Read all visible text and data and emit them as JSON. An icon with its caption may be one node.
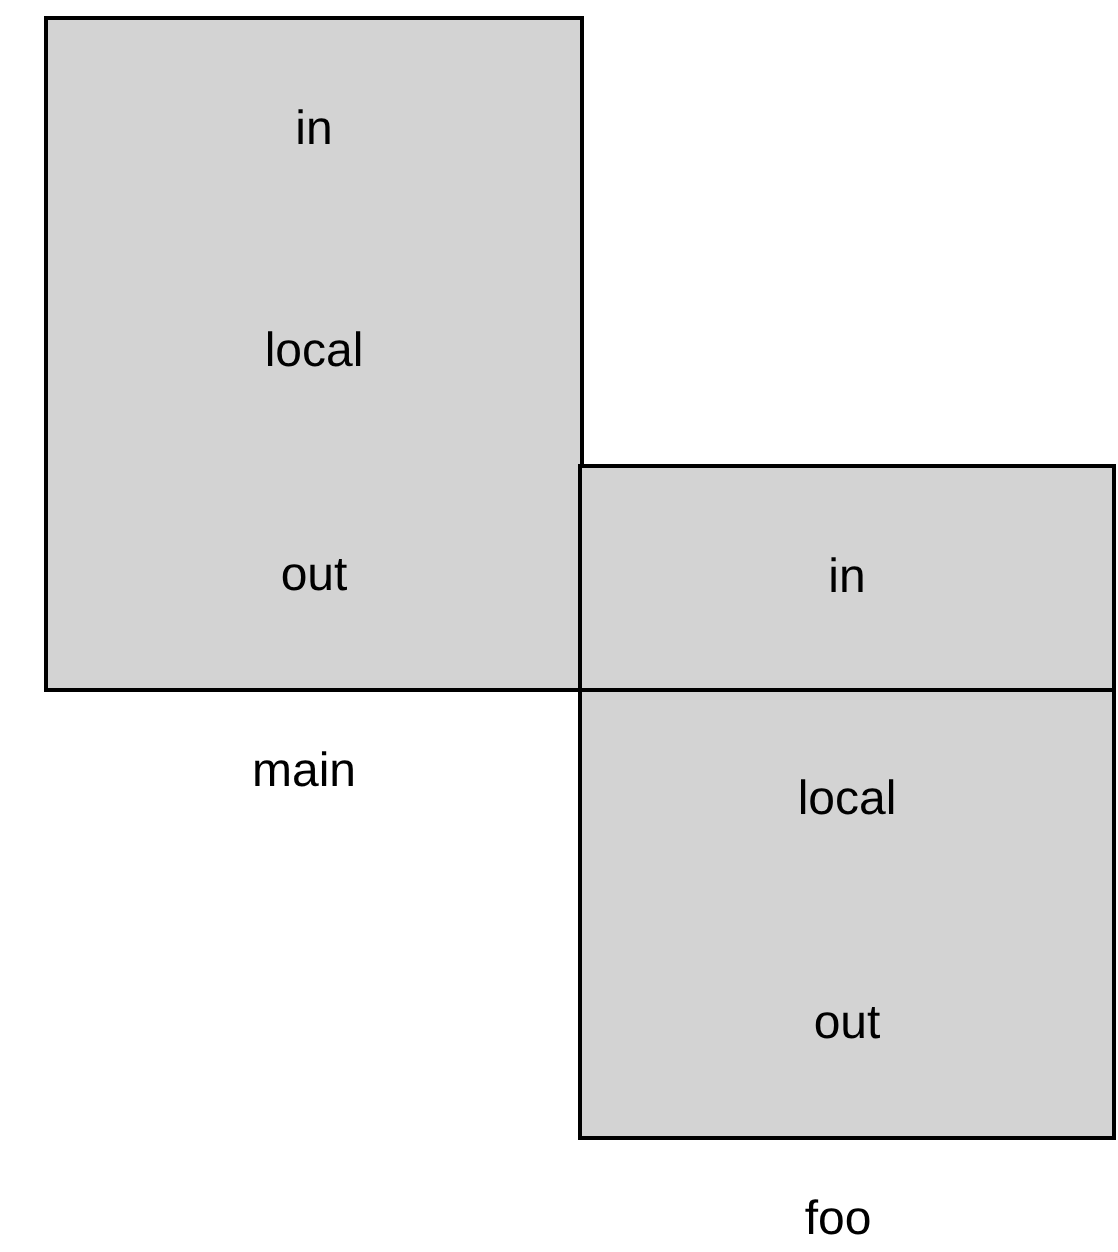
{
  "diagram": {
    "nodes": [
      {
        "text": [
          "in"
        ]
      },
      {
        "text": [
          "local"
        ]
      },
      {
        "text": [
          "out"
        ]
      },
      {
        "text": [
          "in"
        ]
      },
      {
        "text": [
          "local"
        ]
      },
      {
        "text": [
          "out"
        ]
      }
    ],
    "labels": [
      "main",
      "foo"
    ]
  }
}
